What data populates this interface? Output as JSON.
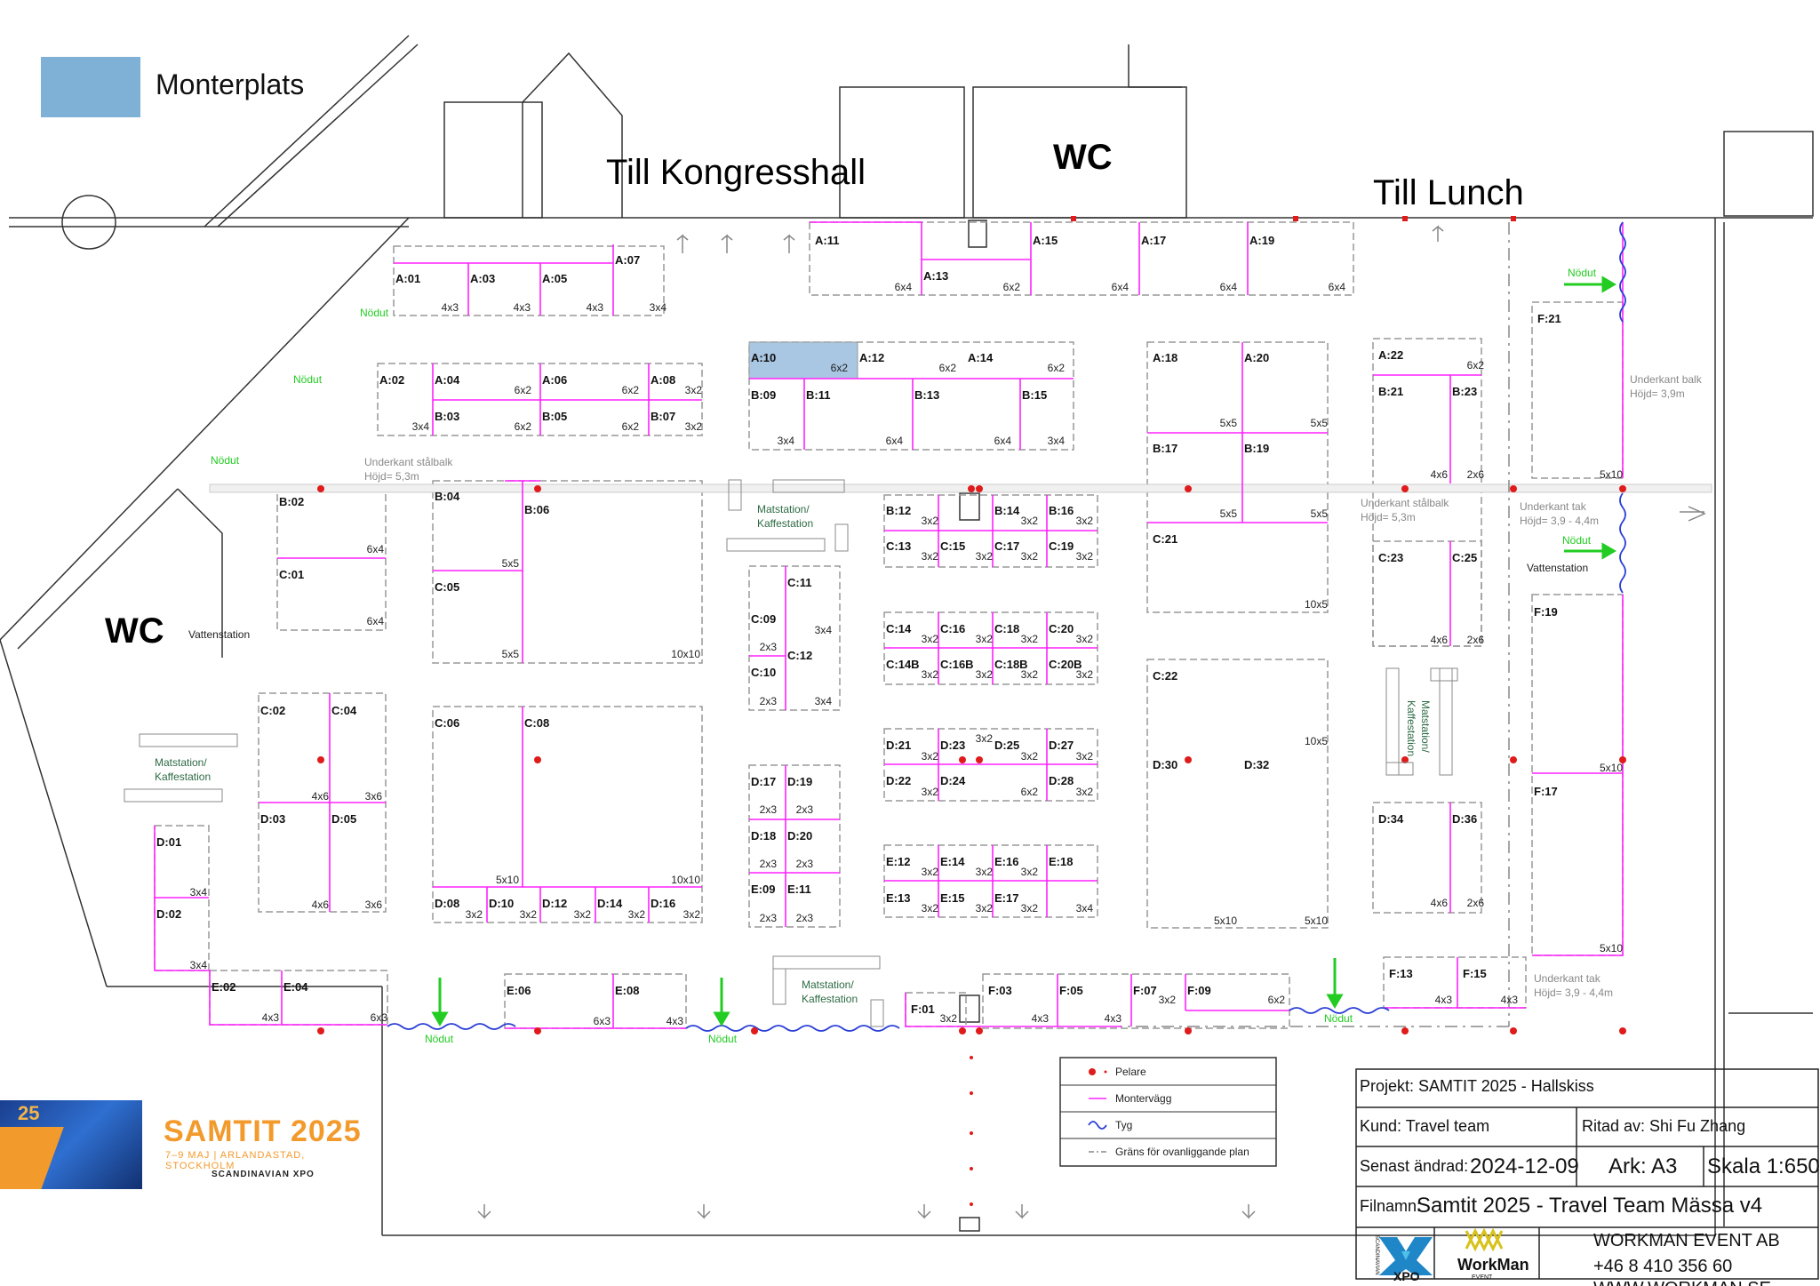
{
  "legend_top": {
    "label": "Monterplats",
    "swatch_color": "#7fb0d6"
  },
  "headings": {
    "wc_top": "WC",
    "wc_left": "WC",
    "till_kongresshall": "Till Kongresshall",
    "till_lunch": "Till Lunch"
  },
  "notes": {
    "underkant_stalbalk_1": "Underkant stålbalk",
    "hojd_53_1": "Höjd= 5,3m",
    "underkant_stalbalk_2": "Underkant stålbalk",
    "hojd_53_2": "Höjd= 5,3m",
    "underkant_balk": "Underkant balk",
    "hojd_39": "Höjd= 3,9m",
    "underkant_tak_1": "Underkant tak",
    "hojd_tak_1": "Höjd= 3,9 - 4,4m",
    "underkant_tak_2": "Underkant tak",
    "hojd_tak_2": "Höjd= 3,9 - 4,4m",
    "vattenstation_left": "Vattenstation",
    "vattenstation_right": "Vattenstation"
  },
  "nodut": {
    "n1": "Nödut",
    "n2": "Nödut",
    "n3": "Nödut",
    "n4": "Nödut",
    "n5": "Nödut",
    "n6": "Nödut",
    "n7": "Nödut",
    "n8": "Nödut"
  },
  "stations": {
    "s1a": "Matstation/",
    "s1b": "Kaffestation",
    "s2a": "Matstation/",
    "s2b": "Kaffestation",
    "s3a": "Matstation/",
    "s3b": "Kaffestation",
    "s4a": "Matstation/",
    "s4b": "Kaffestation"
  },
  "booths": [
    [
      "A:01",
      443,
      305
    ],
    [
      "A:03",
      527,
      305
    ],
    [
      "A:05",
      608,
      305
    ],
    [
      "A:07",
      690,
      284
    ],
    [
      "A:02",
      425,
      419
    ],
    [
      "A:04",
      487,
      419
    ],
    [
      "A:06",
      608,
      419
    ],
    [
      "A:08",
      730,
      419
    ],
    [
      "B:03",
      487,
      460
    ],
    [
      "B:05",
      608,
      460
    ],
    [
      "B:07",
      730,
      460
    ],
    [
      "A:10",
      843,
      394
    ],
    [
      "A:12",
      965,
      394
    ],
    [
      "A:14",
      1087,
      394
    ],
    [
      "B:09",
      843,
      436
    ],
    [
      "B:11",
      905,
      436
    ],
    [
      "B:13",
      1027,
      436
    ],
    [
      "B:15",
      1148,
      436
    ],
    [
      "A:11",
      915,
      262
    ],
    [
      "A:13",
      1037,
      302
    ],
    [
      "A:15",
      1160,
      262
    ],
    [
      "A:17",
      1282,
      262
    ],
    [
      "A:19",
      1404,
      262
    ],
    [
      "A:18",
      1295,
      394
    ],
    [
      "A:20",
      1398,
      394
    ],
    [
      "B:17",
      1295,
      496
    ],
    [
      "B:19",
      1398,
      496
    ],
    [
      "C:21",
      1295,
      598
    ],
    [
      "A:22",
      1549,
      391
    ],
    [
      "B:21",
      1549,
      432
    ],
    [
      "B:23",
      1632,
      432
    ],
    [
      "F:21",
      1728,
      350
    ],
    [
      "F:19",
      1724,
      680
    ],
    [
      "F:17",
      1724,
      882
    ],
    [
      "C:23",
      1549,
      619
    ],
    [
      "C:25",
      1632,
      619
    ],
    [
      "D:34",
      1549,
      913
    ],
    [
      "D:36",
      1632,
      913
    ],
    [
      "C:22",
      1295,
      752
    ],
    [
      "D:30",
      1295,
      852
    ],
    [
      "D:32",
      1398,
      852
    ],
    [
      "B:02",
      312,
      556
    ],
    [
      "C:01",
      312,
      638
    ],
    [
      "B:04",
      487,
      550
    ],
    [
      "B:06",
      588,
      565
    ],
    [
      "C:05",
      487,
      652
    ],
    [
      "C:02",
      291,
      791
    ],
    [
      "C:04",
      371,
      791
    ],
    [
      "D:03",
      291,
      913
    ],
    [
      "D:05",
      371,
      913
    ],
    [
      "D:01",
      174,
      939
    ],
    [
      "D:02",
      174,
      1020
    ],
    [
      "C:06",
      487,
      805
    ],
    [
      "C:08",
      588,
      805
    ],
    [
      "D:08",
      487,
      1008
    ],
    [
      "D:10",
      548,
      1008
    ],
    [
      "D:12",
      608,
      1008
    ],
    [
      "D:14",
      670,
      1008
    ],
    [
      "D:16",
      730,
      1008
    ],
    [
      "E:02",
      236,
      1102
    ],
    [
      "E:04",
      317,
      1102
    ],
    [
      "E:06",
      568,
      1106
    ],
    [
      "E:08",
      690,
      1106
    ],
    [
      "B:12",
      995,
      566
    ],
    [
      "B:14",
      1117,
      566
    ],
    [
      "B:16",
      1178,
      566
    ],
    [
      "C:13",
      995,
      606
    ],
    [
      "C:15",
      1056,
      606
    ],
    [
      "C:17",
      1117,
      606
    ],
    [
      "C:19",
      1178,
      606
    ],
    [
      "C:14",
      995,
      699
    ],
    [
      "C:16",
      1056,
      699
    ],
    [
      "C:18",
      1117,
      699
    ],
    [
      "C:20",
      1178,
      699
    ],
    [
      "C:14B",
      995,
      739
    ],
    [
      "C:16B",
      1056,
      739
    ],
    [
      "C:18B",
      1117,
      739
    ],
    [
      "C:20B",
      1178,
      739
    ],
    [
      "C:11",
      884,
      647
    ],
    [
      "C:09",
      843,
      688
    ],
    [
      "C:12",
      884,
      729
    ],
    [
      "C:10",
      843,
      748
    ],
    [
      "D:17",
      843,
      871
    ],
    [
      "D:19",
      884,
      871
    ],
    [
      "D:18",
      843,
      932
    ],
    [
      "D:20",
      884,
      932
    ],
    [
      "E:09",
      843,
      992
    ],
    [
      "E:11",
      884,
      992
    ],
    [
      "D:21",
      995,
      830
    ],
    [
      "D:23",
      1056,
      830
    ],
    [
      "D:25",
      1117,
      830
    ],
    [
      "D:27",
      1178,
      830
    ],
    [
      "D:22",
      995,
      870
    ],
    [
      "D:24",
      1056,
      870
    ],
    [
      "D:28",
      1178,
      870
    ],
    [
      "E:12",
      995,
      961
    ],
    [
      "E:14",
      1056,
      961
    ],
    [
      "E:16",
      1117,
      961
    ],
    [
      "E:18",
      1178,
      961
    ],
    [
      "E:13",
      995,
      1002
    ],
    [
      "E:15",
      1056,
      1002
    ],
    [
      "E:17",
      1117,
      1002
    ],
    [
      "F:01",
      1023,
      1127
    ],
    [
      "F:03",
      1110,
      1106
    ],
    [
      "F:05",
      1190,
      1106
    ],
    [
      "F:07",
      1273,
      1106
    ],
    [
      "F:09",
      1334,
      1106
    ],
    [
      "F:13",
      1561,
      1087
    ],
    [
      "F:15",
      1644,
      1087
    ]
  ],
  "dims": [
    [
      "4x3",
      516,
      350
    ],
    [
      "4x3",
      597,
      350
    ],
    [
      "4x3",
      679,
      350
    ],
    [
      "3x4",
      750,
      350
    ],
    [
      "3x4",
      483,
      484
    ],
    [
      "6x2",
      598,
      443
    ],
    [
      "6x2",
      719,
      443
    ],
    [
      "3x2",
      790,
      443
    ],
    [
      "6x2",
      598,
      484
    ],
    [
      "6x2",
      719,
      484
    ],
    [
      "3x2",
      790,
      484
    ],
    [
      "6x2",
      954,
      418
    ],
    [
      "6x2",
      1076,
      418
    ],
    [
      "6x2",
      1198,
      418
    ],
    [
      "3x4",
      894,
      500
    ],
    [
      "6x4",
      1016,
      500
    ],
    [
      "6x4",
      1138,
      500
    ],
    [
      "3x4",
      1198,
      500
    ],
    [
      "6x4",
      1026,
      327
    ],
    [
      "6x2",
      1148,
      327
    ],
    [
      "6x4",
      1270,
      327
    ],
    [
      "6x4",
      1392,
      327
    ],
    [
      "6x4",
      1514,
      327
    ],
    [
      "5x5",
      1392,
      480
    ],
    [
      "5x5",
      1494,
      480
    ],
    [
      "5x5",
      1392,
      582
    ],
    [
      "5x5",
      1494,
      582
    ],
    [
      "10x5",
      1494,
      684
    ],
    [
      "6x2",
      1670,
      415
    ],
    [
      "4x6",
      1629,
      538
    ],
    [
      "2x6",
      1670,
      538
    ],
    [
      "5x10",
      1826,
      538
    ],
    [
      "4x6",
      1629,
      724
    ],
    [
      "2x6",
      1670,
      724
    ],
    [
      "4x6",
      1629,
      1020
    ],
    [
      "2x6",
      1670,
      1020
    ],
    [
      "10x5",
      1494,
      838
    ],
    [
      "5x10",
      1392,
      1040
    ],
    [
      "5x10",
      1494,
      1040
    ],
    [
      "5x10",
      1826,
      868
    ],
    [
      "5x10",
      1826,
      1071
    ],
    [
      "6x4",
      432,
      622
    ],
    [
      "6x4",
      432,
      703
    ],
    [
      "5x5",
      584,
      638
    ],
    [
      "5x5",
      584,
      740
    ],
    [
      "10x10",
      788,
      740
    ],
    [
      "4x6",
      370,
      900
    ],
    [
      "3x6",
      430,
      900
    ],
    [
      "4x6",
      370,
      1022
    ],
    [
      "3x6",
      430,
      1022
    ],
    [
      "3x4",
      233,
      1008
    ],
    [
      "3x4",
      233,
      1090
    ],
    [
      "5x10",
      584,
      994
    ],
    [
      "10x10",
      788,
      994
    ],
    [
      "3x2",
      543,
      1033
    ],
    [
      "3x2",
      604,
      1033
    ],
    [
      "3x2",
      665,
      1033
    ],
    [
      "3x2",
      726,
      1033
    ],
    [
      "3x2",
      788,
      1033
    ],
    [
      "4x3",
      314,
      1149
    ],
    [
      "6x3",
      436,
      1149
    ],
    [
      "6x3",
      687,
      1153
    ],
    [
      "4x3",
      769,
      1153
    ],
    [
      "3x2",
      1056,
      590
    ],
    [
      "3x2",
      1168,
      590
    ],
    [
      "3x2",
      1230,
      590
    ],
    [
      "3x2",
      1056,
      630
    ],
    [
      "3x2",
      1117,
      630
    ],
    [
      "3x2",
      1168,
      630
    ],
    [
      "3x2",
      1230,
      630
    ],
    [
      "3x2",
      1056,
      723
    ],
    [
      "3x2",
      1117,
      723
    ],
    [
      "3x2",
      1168,
      723
    ],
    [
      "3x2",
      1230,
      723
    ],
    [
      "3x2",
      1056,
      763
    ],
    [
      "3x2",
      1117,
      763
    ],
    [
      "3x2",
      1168,
      763
    ],
    [
      "3x2",
      1230,
      763
    ],
    [
      "3x4",
      936,
      713
    ],
    [
      "2x3",
      874,
      732
    ],
    [
      "2x3",
      874,
      793
    ],
    [
      "3x4",
      936,
      793
    ],
    [
      "2x3",
      874,
      915
    ],
    [
      "2x3",
      915,
      915
    ],
    [
      "2x3",
      874,
      976
    ],
    [
      "2x3",
      915,
      976
    ],
    [
      "2x3",
      874,
      1037
    ],
    [
      "2x3",
      915,
      1037
    ],
    [
      "3x2",
      1056,
      855
    ],
    [
      "3x2",
      1117,
      835
    ],
    [
      "3x2",
      1168,
      855
    ],
    [
      "3x2",
      1230,
      855
    ],
    [
      "3x2",
      1056,
      895
    ],
    [
      "6x2",
      1168,
      895
    ],
    [
      "3x2",
      1230,
      895
    ],
    [
      "3x2",
      1056,
      985
    ],
    [
      "3x2",
      1117,
      985
    ],
    [
      "3x2",
      1168,
      985
    ],
    [
      "3x2",
      1056,
      1026
    ],
    [
      "3x2",
      1117,
      1026
    ],
    [
      "3x2",
      1168,
      1026
    ],
    [
      "3x4",
      1230,
      1026
    ],
    [
      "3x2",
      1077,
      1150
    ],
    [
      "4x3",
      1180,
      1150
    ],
    [
      "4x3",
      1262,
      1150
    ],
    [
      "3x2",
      1323,
      1129
    ],
    [
      "6x2",
      1446,
      1129
    ],
    [
      "4x3",
      1634,
      1129
    ],
    [
      "4x3",
      1708,
      1129
    ]
  ],
  "legend_box": {
    "pelare": "Pelare",
    "montervagg": "Montervägg",
    "tyg": "Tyg",
    "grans": "Gräns för ovanliggande plan"
  },
  "title_block": {
    "projekt": "Projekt: SAMTIT 2025 - Hallskiss",
    "kund": "Kund: Travel team",
    "ritad": "Ritad av: Shi Fu Zhang",
    "senast_label": "Senast ändrad:",
    "senast_value": "2024-12-09",
    "ark": "Ark: A3",
    "skala": "Skala 1:650",
    "filnamn_label": "Filnamn:",
    "filnamn_value": "Samtit 2025 - Travel Team Mässa v4",
    "company": "WORKMAN EVENT AB",
    "phone": "+46 8 410 356 60",
    "web": "WWW.WORKMAN.SE",
    "xpo_logo": "XPO",
    "xpo_small": "SCANDINAVIAN",
    "workman_logo": "WorkMan",
    "workman_small": "EVENT"
  },
  "event_logo": {
    "title": "SAMTIT 2025",
    "subtitle": "7–9 MAJ | ARLANDASTAD, STOCKHOLM",
    "brand": "SCANDINAVIAN XPO",
    "badge": "25"
  },
  "colors": {
    "wall": "#ff22ff",
    "pillar": "#e01b1b",
    "fabric": "#2b3fd6",
    "exit": "#22cc22",
    "booth_outline": "#999999",
    "selected_booth": "#a9c6e2"
  }
}
